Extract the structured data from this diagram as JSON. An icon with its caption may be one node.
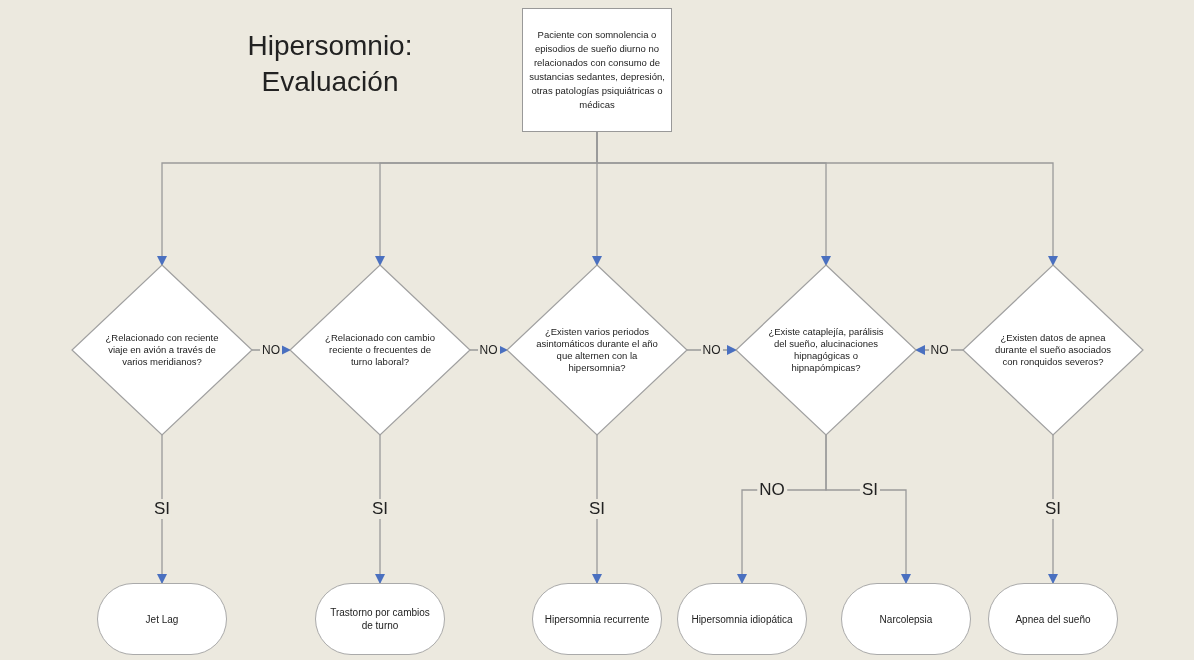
{
  "diagram": {
    "title": "Hipersomnio: Evaluación",
    "nodes": [
      {
        "text": [
          "Paciente con somnolencia o episodios de sueño diurno no relacionados con consumo de sustancias sedantes, depresión, otras patologías psiquiátricas o médicas"
        ]
      },
      {
        "text": [
          "¿Relacionado con reciente viaje en avión a través de varios meridianos?"
        ]
      },
      {
        "text": [
          "¿Relacionado con cambio reciente o frecuentes de turno laboral?"
        ]
      },
      {
        "text": [
          "¿Existen varios periodos asintomáticos durante el año que alternen con la hipersomnia?"
        ]
      },
      {
        "text": [
          "¿Existe cataplejía, parálisis del sueño, alucinaciones hipnagógicas o hipnapómpicas?"
        ]
      },
      {
        "text": [
          "¿Existen datos de apnea durante el sueño asociados con ronquidos severos?"
        ]
      },
      {
        "text": [
          "Jet Lag"
        ]
      },
      {
        "text": [
          "Trastorno por cambios de turno"
        ]
      },
      {
        "text": [
          "Hipersomnia recurrente"
        ]
      },
      {
        "text": [
          "Hipersomnia idiopática"
        ]
      },
      {
        "text": [
          "Narcolepsia"
        ]
      },
      {
        "text": [
          "Apnea del sueño"
        ]
      }
    ],
    "edges": [
      {
        "from": 0,
        "to": 1,
        "arrow": "to"
      },
      {
        "from": 0,
        "to": 2,
        "arrow": "to"
      },
      {
        "from": 0,
        "to": 3,
        "arrow": "to"
      },
      {
        "from": 0,
        "to": 4,
        "arrow": "to"
      },
      {
        "from": 0,
        "to": 5,
        "arrow": "to"
      },
      {
        "from": 1,
        "to": 2,
        "label": "NO",
        "arrow": "to"
      },
      {
        "from": 2,
        "to": 3,
        "label": "NO",
        "arrow": "to"
      },
      {
        "from": 3,
        "to": 4,
        "label": "NO",
        "arrow": "to"
      },
      {
        "from": 5,
        "to": 4,
        "label": "NO",
        "arrow": "to"
      },
      {
        "from": 1,
        "to": 6,
        "label": "SI",
        "arrow": "to"
      },
      {
        "from": 2,
        "to": 7,
        "label": "SI",
        "arrow": "to"
      },
      {
        "from": 3,
        "to": 8,
        "label": "SI",
        "arrow": "to"
      },
      {
        "from": 4,
        "to": 9,
        "label": "NO",
        "arrow": "to"
      },
      {
        "from": 4,
        "to": 10,
        "label": "SI",
        "arrow": "to"
      },
      {
        "from": 5,
        "to": 11,
        "label": "SI",
        "arrow": "to"
      }
    ]
  }
}
